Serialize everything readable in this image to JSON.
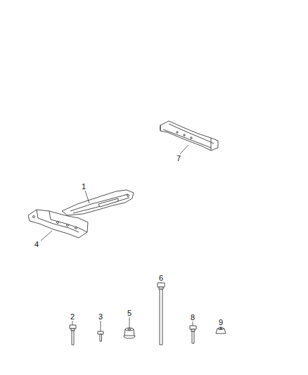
{
  "diagram": {
    "labels": [
      "7",
      "1",
      "4",
      "6",
      "2",
      "3",
      "5",
      "8",
      "9"
    ]
  }
}
